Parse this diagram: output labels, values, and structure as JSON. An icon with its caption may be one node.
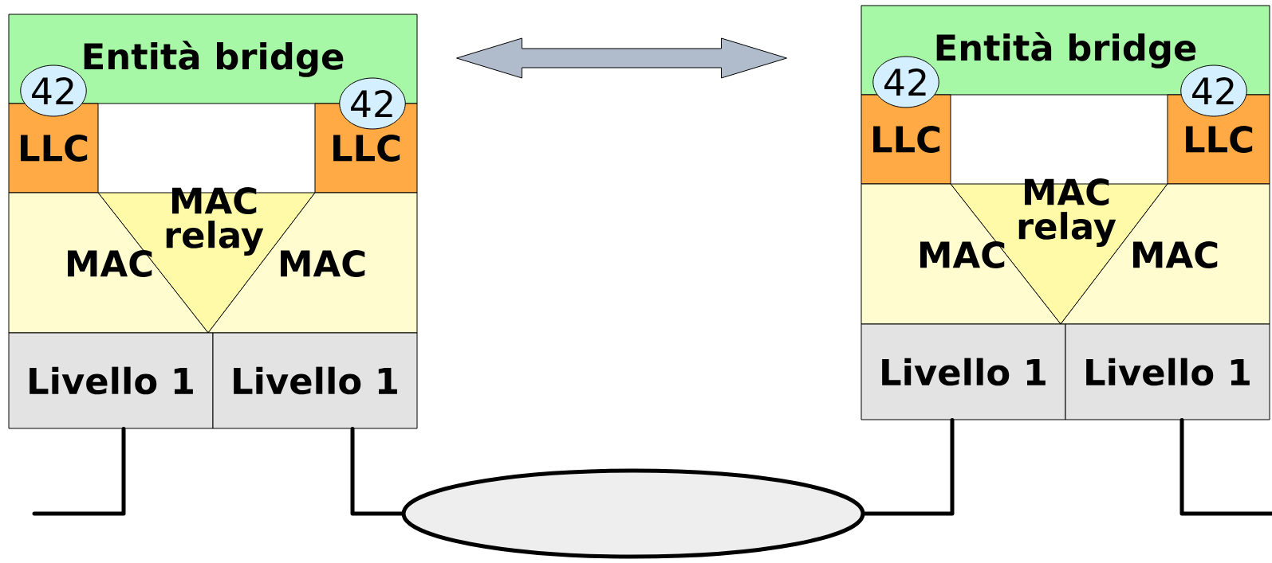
{
  "diagram": {
    "nodes": [
      {
        "text": [
          "Entità bridge"
        ]
      },
      {
        "text": [
          "42"
        ]
      },
      {
        "text": [
          "42"
        ]
      },
      {
        "text": [
          "LLC"
        ]
      },
      {
        "text": [
          "LLC"
        ]
      },
      {
        "text": [
          "MAC relay"
        ]
      },
      {
        "text": [
          "MAC"
        ]
      },
      {
        "text": [
          "MAC"
        ]
      },
      {
        "text": [
          "Livello 1"
        ]
      },
      {
        "text": [
          "Livello 1"
        ]
      },
      {
        "text": [
          "Entità bridge"
        ]
      },
      {
        "text": [
          "42"
        ]
      },
      {
        "text": [
          "42"
        ]
      },
      {
        "text": [
          "LLC"
        ]
      },
      {
        "text": [
          "LLC"
        ]
      },
      {
        "text": [
          "MAC relay"
        ]
      },
      {
        "text": [
          "MAC"
        ]
      },
      {
        "text": [
          "MAC"
        ]
      },
      {
        "text": [
          "Livello 1"
        ]
      },
      {
        "text": [
          "Livello 1"
        ]
      },
      {
        "text": [],
        "shape": "ellipse"
      }
    ],
    "edges": [
      {
        "from": 0,
        "to": 10,
        "arrow": "both",
        "color": "#b0bccc"
      },
      {
        "from": 8,
        "to": null,
        "arrow": "none"
      },
      {
        "from": 9,
        "to": 20,
        "arrow": "none"
      },
      {
        "from": 20,
        "to": 18,
        "arrow": "none"
      },
      {
        "from": 19,
        "to": null,
        "arrow": "none"
      }
    ]
  }
}
